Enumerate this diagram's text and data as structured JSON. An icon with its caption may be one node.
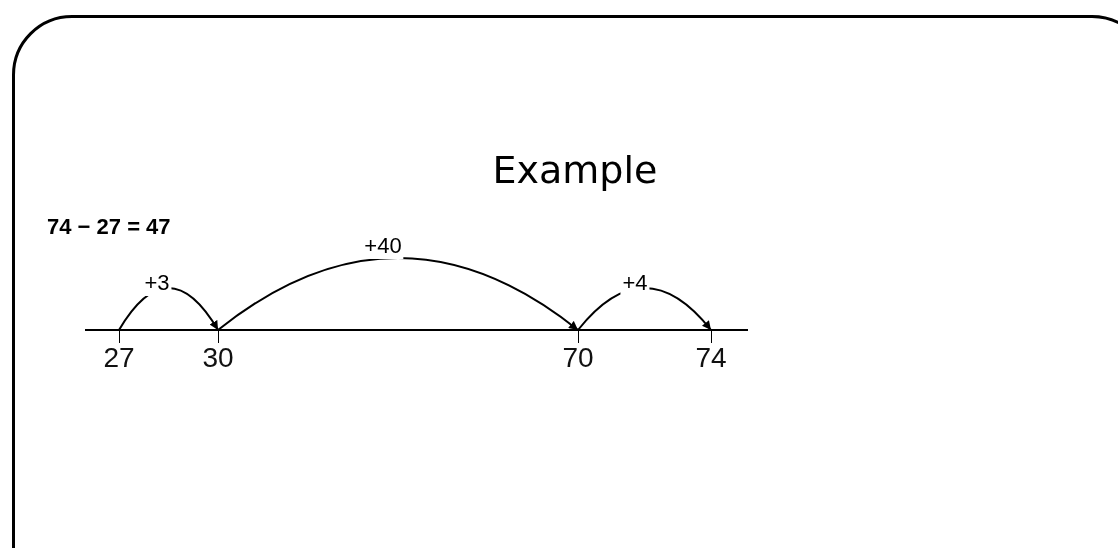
{
  "diagram": {
    "title": "Example",
    "nodes": [
      {
        "text": [
          "27"
        ]
      },
      {
        "text": [
          "30"
        ]
      },
      {
        "text": [
          "70"
        ]
      },
      {
        "text": [
          "74"
        ]
      }
    ],
    "edges": [
      {
        "from": 0,
        "to": 1,
        "arrow": "to",
        "label": "+3"
      },
      {
        "from": 1,
        "to": 2,
        "arrow": "to",
        "label": "+40"
      },
      {
        "from": 2,
        "to": 3,
        "arrow": "to",
        "label": "+4"
      }
    ],
    "labels": [
      "74 − 27 = 47"
    ]
  }
}
